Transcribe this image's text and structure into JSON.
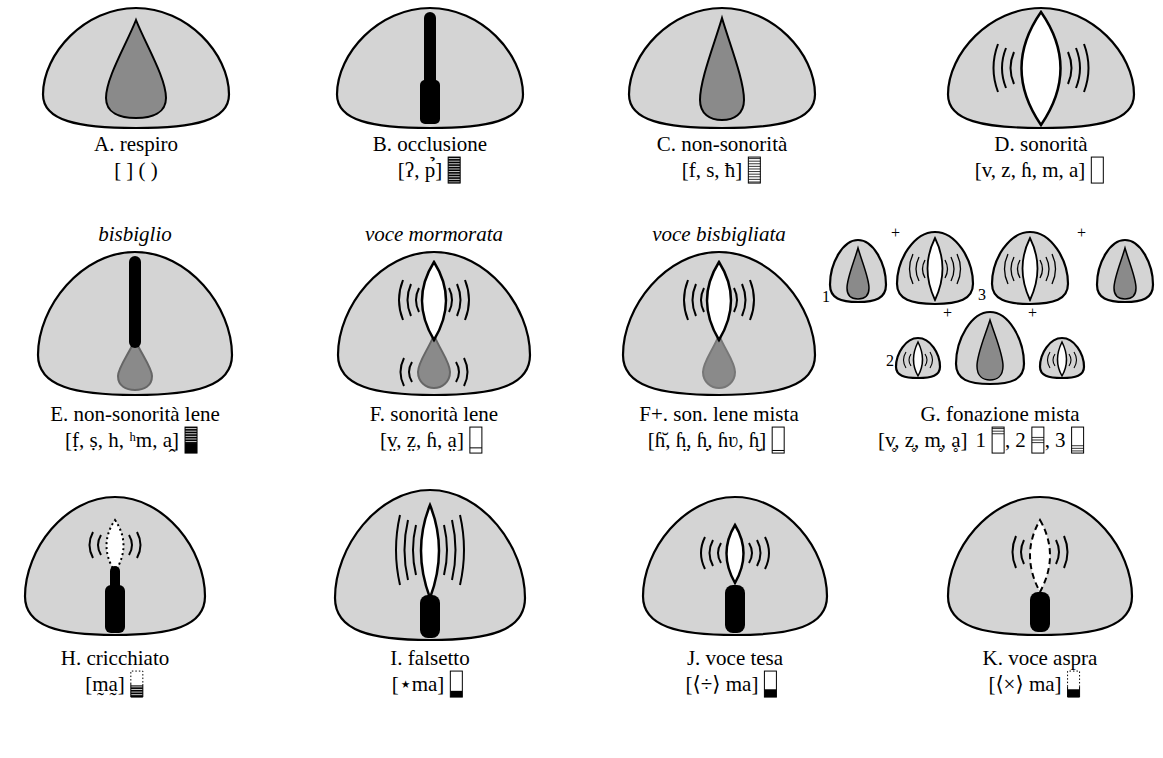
{
  "diagram": {
    "labels": [
      "A. respiro",
      "[ ] ( )",
      "B. occlusione",
      "[ʔ, p̉]",
      "C. non-sonorità",
      "[f, s, ħ]",
      "D. sonorità",
      "[v, z, ɦ, m, a]",
      "bisbiglio",
      "voce mormorata",
      "voce bisbigliata",
      "1",
      "+",
      "3",
      "+",
      "2",
      "+",
      "+",
      "E. non-sonorità lene",
      "[f̣, ṣ, h, ʰm, a̭]",
      "F. sonorità lene",
      "[v̤, z̤, ɦ, a̤]",
      "F+. son. lene mista",
      "[ɦ̆, ɦ̤, ɦ̣, ɦʋ, ɦ̮]",
      "G. fonazione mista",
      "[v̥, z̥, m̥, ḁ]",
      "1",
      ",",
      "2",
      ",",
      "3",
      "H. cricchiato",
      "[m̰a̰]",
      "I. falsetto",
      "[⋆ma]",
      "J. voce tesa",
      "[⟨÷⟩ ma]",
      "K. voce aspra",
      "[⟨×⟩ ma]"
    ]
  }
}
